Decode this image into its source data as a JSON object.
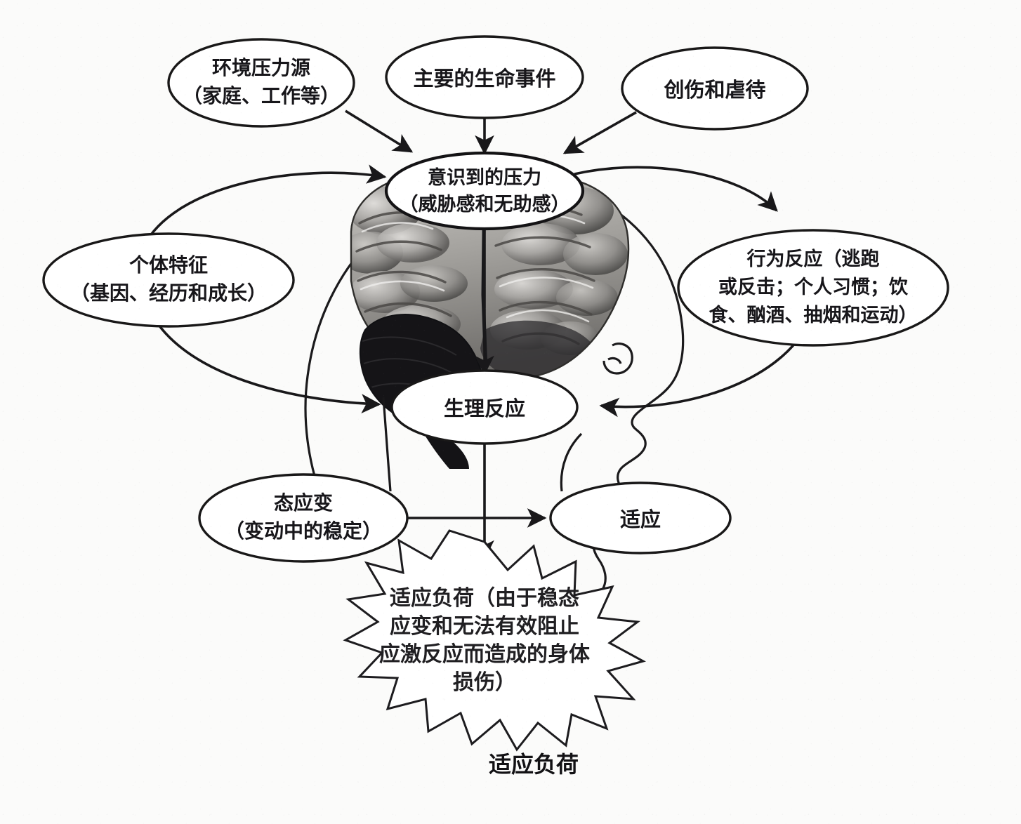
{
  "figure": {
    "caption": "适应负荷",
    "nodes": {
      "env_stressors": {
        "line1": "环境压力源",
        "line2": "（家庭、工作等）"
      },
      "major_life_events": {
        "line1": "主要的生命事件"
      },
      "trauma_abuse": {
        "line1": "创伤和虐待"
      },
      "perceived_stress": {
        "line1": "意识到的压力",
        "line2": "（威胁感和无助感）"
      },
      "individual_traits": {
        "line1": "个体特征",
        "line2": "（基因、经历和成长）"
      },
      "behavioral_response": {
        "line1": "行为反应（逃跑",
        "line2": "或反击；个人习惯；饮",
        "line3": "食、酗酒、抽烟和运动）"
      },
      "physiological_response": {
        "line1": "生理反应"
      },
      "allostasis": {
        "line1": "态应变",
        "line2": "（变动中的稳定）"
      },
      "adaptation": {
        "line1": "适应"
      },
      "allostatic_load": {
        "line1": "适应负荷（由于稳态",
        "line2": "应变和无法有效阻止",
        "line3": "应激反应而造成的身体",
        "line4": "损伤）"
      }
    },
    "colors": {
      "ink": "#19181a",
      "paper": "#fbfbfa",
      "brain_light": "#b9b7b4",
      "brain_dark": "#17171a"
    }
  }
}
